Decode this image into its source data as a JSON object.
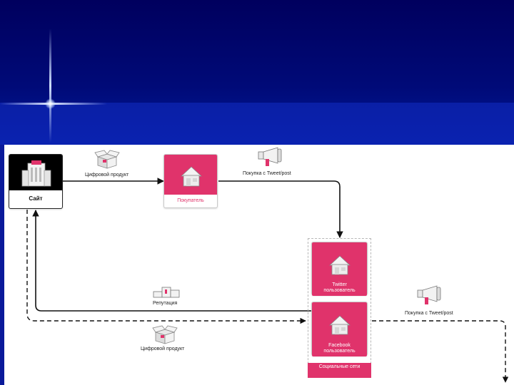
{
  "nodes": {
    "site": {
      "label": "Сайт"
    },
    "buyer": {
      "label": "Покупатель"
    },
    "twitter": {
      "label": "Twitter пользователь"
    },
    "facebook": {
      "label": "Facebook пользователь"
    },
    "social": {
      "label": "Социальные сети"
    }
  },
  "edges": {
    "site_to_buyer": "Цифровой продукт",
    "buyer_to_twitter": "Покупка с Tweet/post",
    "social_to_site": "Репутация",
    "site_to_social": "Цифровой продукт",
    "social_out": "Покупка с Tweet/post"
  },
  "colors": {
    "accent": "#e0336b",
    "slide_bg": "#000066"
  },
  "icons": [
    "building-icon",
    "house-icon",
    "megaphone-icon",
    "box-icon",
    "podium-icon"
  ]
}
